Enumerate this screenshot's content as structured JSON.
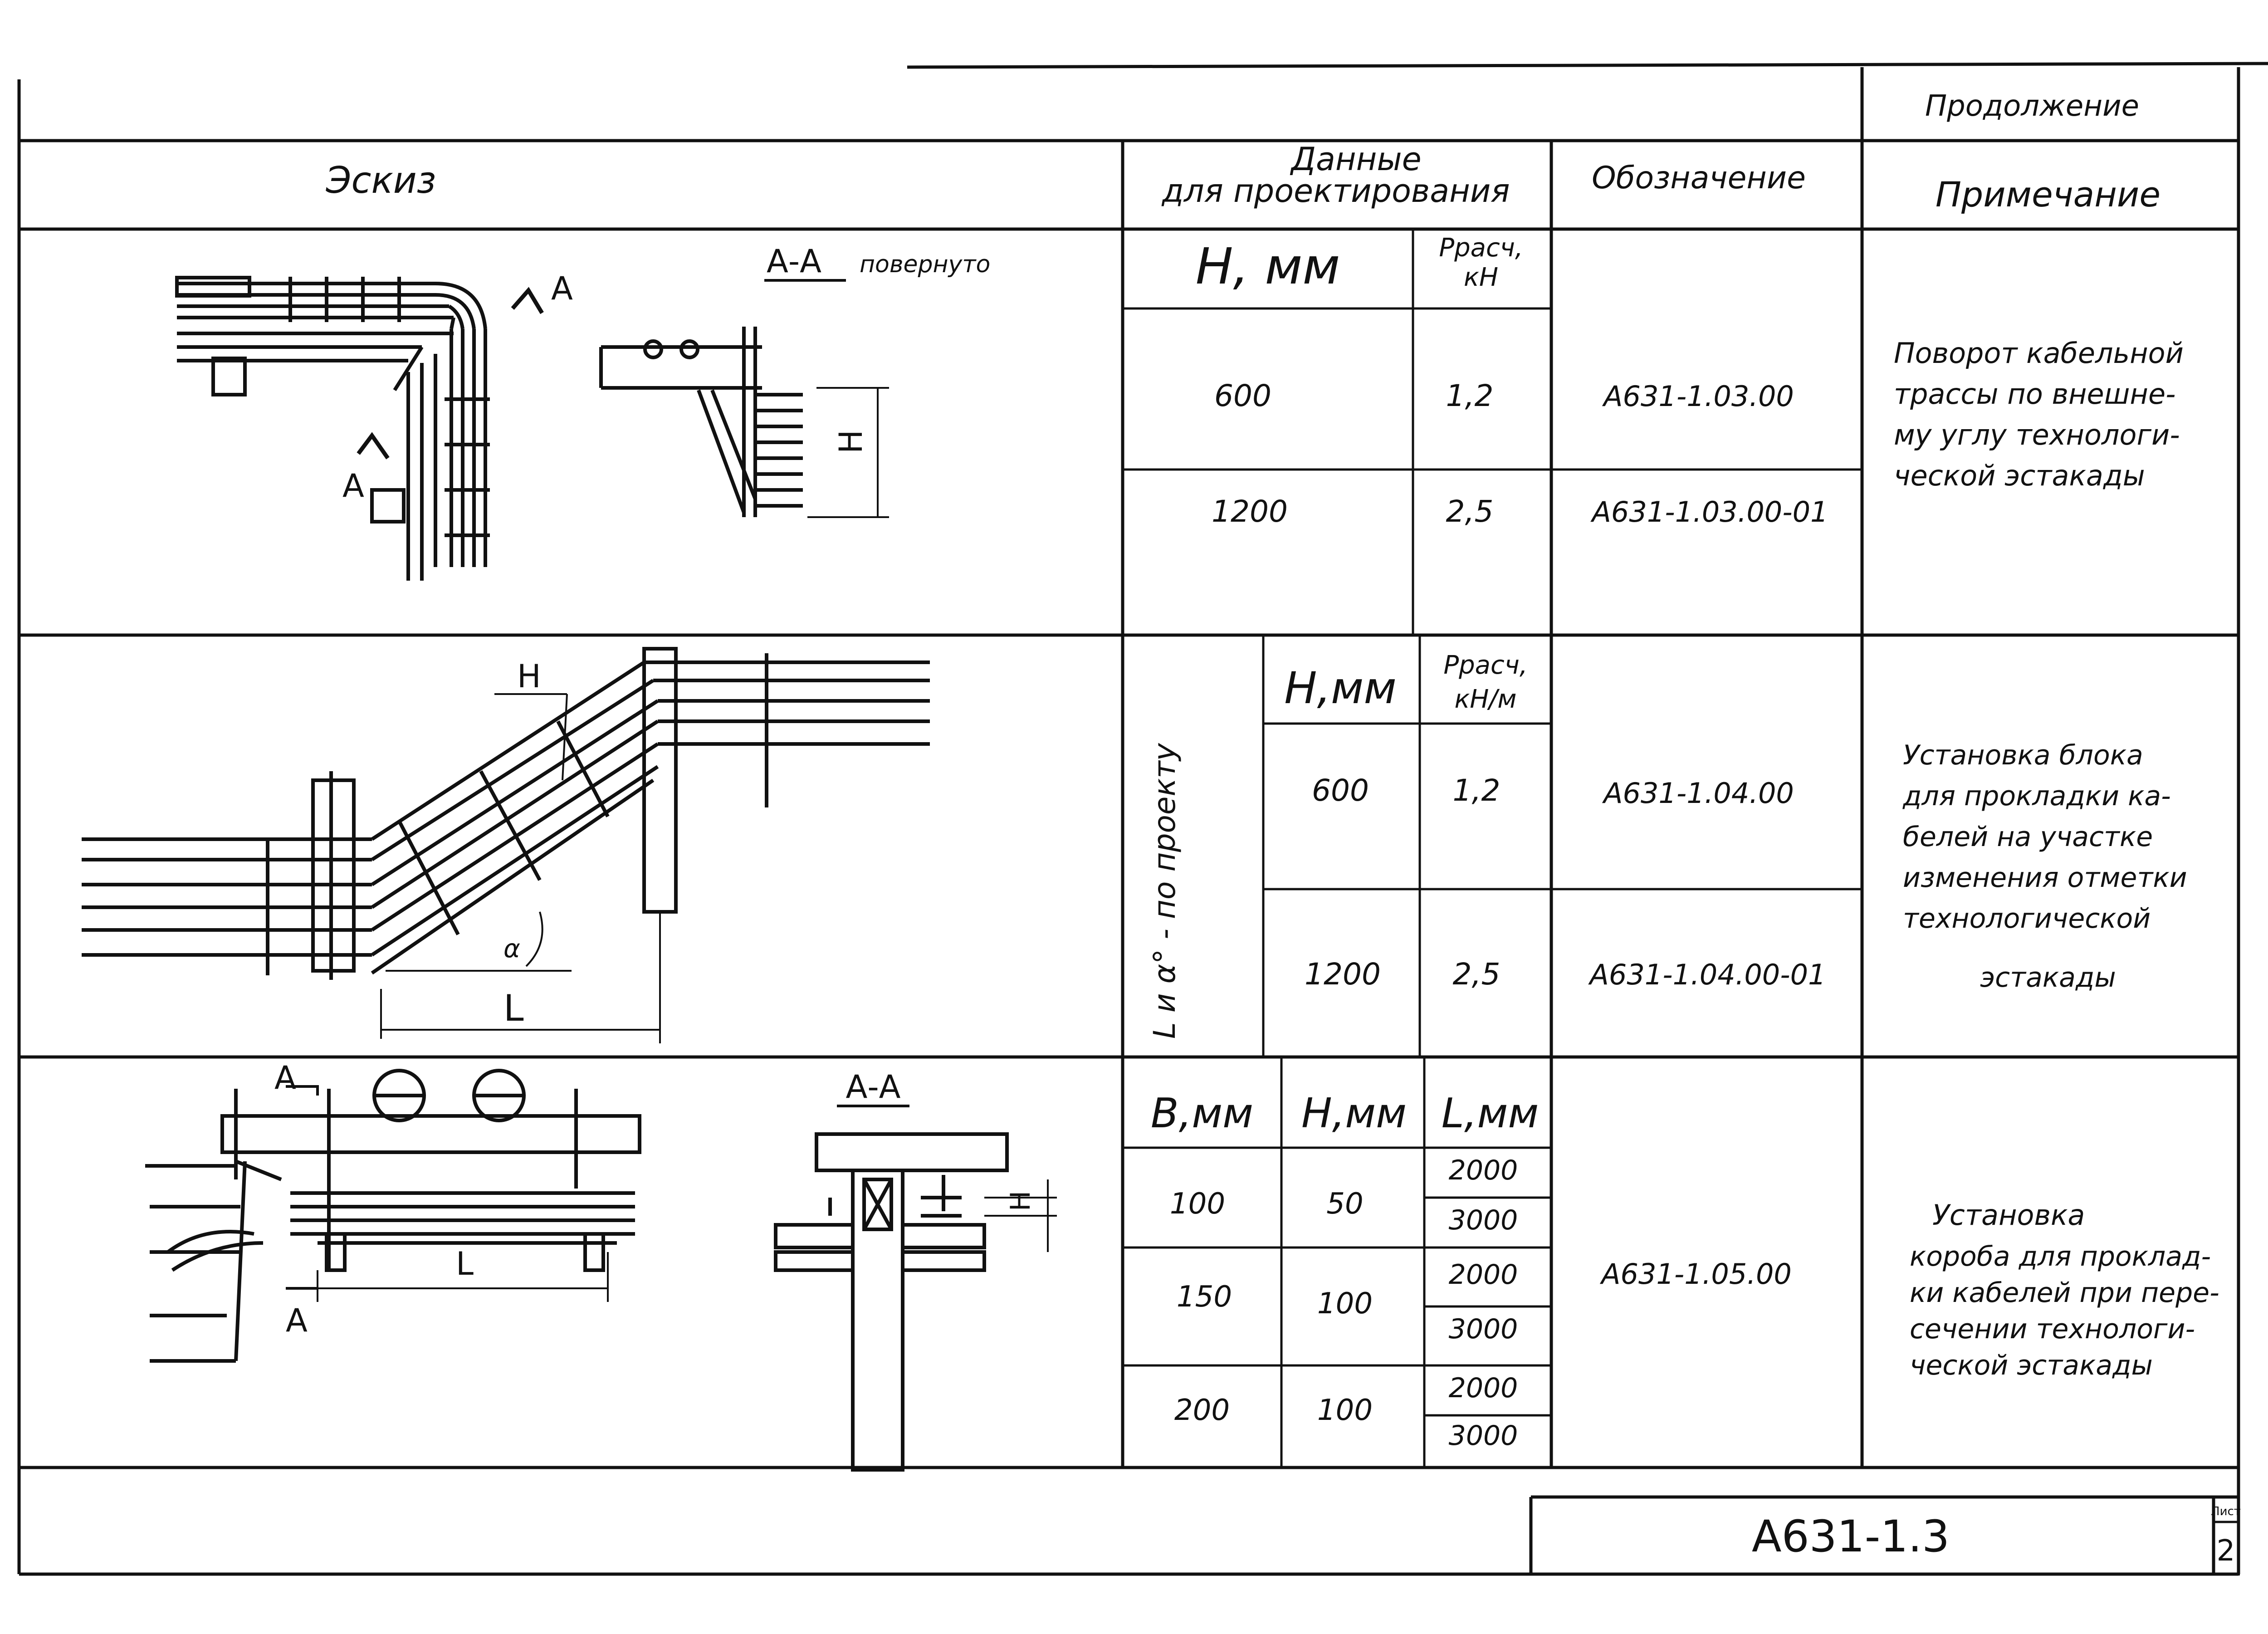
{
  "header": {
    "continuation": "Продолжение",
    "col_sketch": "Эскиз",
    "col_data_line1": "Данные",
    "col_data_line2": "для проектирования",
    "col_designation": "Обозначение",
    "col_note": "Примечание"
  },
  "row1": {
    "section_label": "А-А",
    "section_note": "повернуто",
    "mark_a": "А",
    "dim_h": "Н",
    "head_h": "Н, мм",
    "head_p_1": "Ррасч,",
    "head_p_2": "кН",
    "items": [
      {
        "h": "600",
        "p": "1,2",
        "code": "А631-1.03.00"
      },
      {
        "h": "1200",
        "p": "2,5",
        "code": "А631-1.03.00-01"
      }
    ],
    "note": [
      "Поворот кабельной",
      "трассы по внешне-",
      "му углу технологи-",
      "ческой эстакады"
    ]
  },
  "row2": {
    "dim_h": "Н",
    "dim_l": "L",
    "angle": "α",
    "side_label": "L и α° - по проекту",
    "head_h": "Н,мм",
    "head_p_1": "Ррасч,",
    "head_p_2": "кН/м",
    "items": [
      {
        "h": "600",
        "p": "1,2",
        "code": "А631-1.04.00"
      },
      {
        "h": "1200",
        "p": "2,5",
        "code": "А631-1.04.00-01"
      }
    ],
    "note": [
      "Установка блока",
      "для прокладки ка-",
      "белей на участке",
      "изменения отметки",
      "технологической",
      "эстакады"
    ]
  },
  "row3": {
    "section_label": "А-А",
    "mark_a": "А",
    "dim_l": "L",
    "dim_h": "Н",
    "head_b": "В,мм",
    "head_h": "Н,мм",
    "head_l": "L,мм",
    "groups": [
      {
        "b": "100",
        "h": "50",
        "l": [
          "2000",
          "3000"
        ]
      },
      {
        "b": "150",
        "h": "100",
        "l": [
          "2000",
          "3000"
        ]
      },
      {
        "b": "200",
        "h": "100",
        "l": [
          "2000",
          "3000"
        ]
      }
    ],
    "code": "А631-1.05.00",
    "note": [
      "Установка",
      "короба для проклад-",
      "ки кабелей при пере-",
      "сечении технологи-",
      "ческой эстакады"
    ]
  },
  "footer": {
    "doc_code": "А631-1.3",
    "sheet_label": "Лист",
    "sheet_number": "2"
  }
}
